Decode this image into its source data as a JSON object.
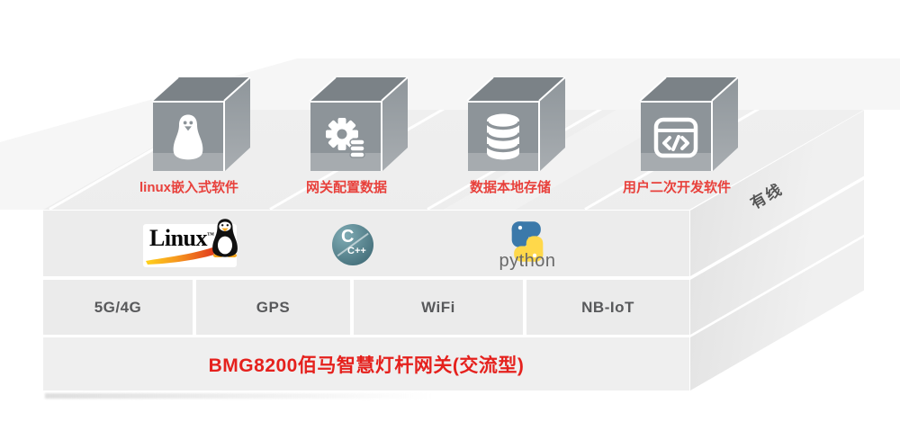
{
  "cubes": [
    {
      "label": "linux嵌入式软件",
      "icon": "tux-icon"
    },
    {
      "label": "网关配置数据",
      "icon": "gear-coins-icon"
    },
    {
      "label": "数据本地存储",
      "icon": "database-icon"
    },
    {
      "label": "用户二次开发软件",
      "icon": "code-window-icon"
    }
  ],
  "platform": {
    "runtime": {
      "linux_word": "Linux",
      "linux_tm": "™",
      "c_main": "C",
      "c_sub": "C++",
      "python_word": "python"
    },
    "connectivity": [
      "5G/4G",
      "GPS",
      "WiFi",
      "NB-IoT"
    ],
    "product_title": "BMG8200佰马智慧灯杆网关(交流型)",
    "side_label": "有线"
  },
  "colors": {
    "label_red": "#e8413c",
    "product_red": "#e5211d",
    "text_gray": "#58595b",
    "cube_front": "#8d9499",
    "cube_top": "#7b8287",
    "cube_side": "#99a0a4",
    "panel_gray": "#ececec",
    "ground_gray": "#ededed",
    "python_blue": "#3b79aa",
    "python_yellow": "#ffd84a",
    "c_badge_teal": "#4e7d89",
    "linux_swoosh_orange": "#f08a1d"
  }
}
